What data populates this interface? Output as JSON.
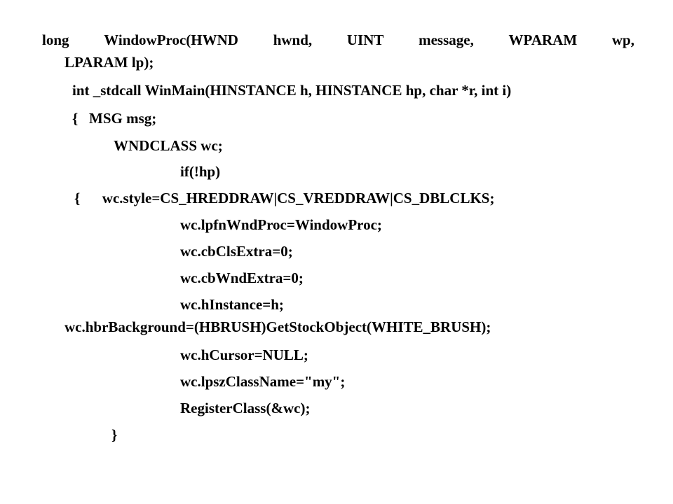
{
  "code": {
    "line1_words": [
      "long",
      "WindowProc(HWND",
      "hwnd,",
      "UINT",
      "message,",
      "WPARAM",
      "wp,"
    ],
    "line1_cont": "LPARAM lp);",
    "line2": "int _stdcall WinMain(HINSTANCE h, HINSTANCE hp, char *r, int i)",
    "line3": "{   MSG msg;",
    "line4": "WNDCLASS wc;",
    "line5": "if(!hp)",
    "line6": "{      wc.style=CS_HREDDRAW|CS_VREDDRAW|CS_DBLCLKS;",
    "line7": "wc.lpfnWndProc=WindowProc;",
    "line8": "wc.cbClsExtra=0;",
    "line9": "wc.cbWndExtra=0;",
    "line10": "wc.hInstance=h;",
    "line10_cont": "wc.hbrBackground=(HBRUSH)GetStockObject(WHITE_BRUSH);",
    "line11": "wc.hCursor=NULL;",
    "line12": "wc.lpszClassName=\"my\";",
    "line13": "RegisterClass(&wc);",
    "line14": "}"
  }
}
